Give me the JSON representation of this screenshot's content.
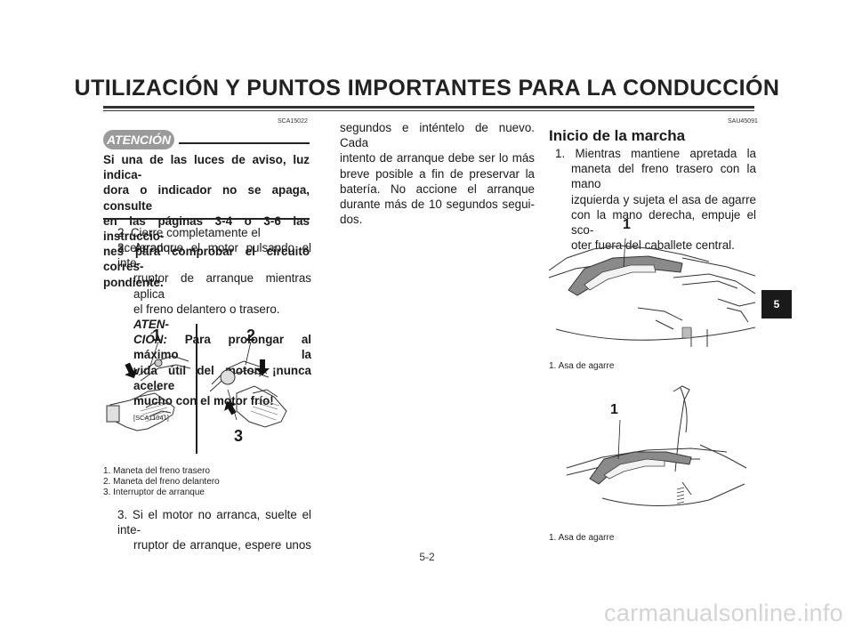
{
  "header": {
    "title": "UTILIZACIÓN Y PUNTOS IMPORTANTES PARA LA CONDUCCIÓN"
  },
  "left_column": {
    "code": "SCA15022",
    "warning_badge": "ATENCIÓN",
    "warning_lines": [
      "Si una de las luces de aviso, luz indica-",
      "dora o indicador no se apaga, consulte",
      "en las páginas 3-4 o 3-6 las instruccio-",
      "nes para comprobar el circuito corres-",
      "pondiente."
    ],
    "step2": "2. Cierre completamente el acelerador.",
    "step3_lines": [
      "3. Arranque el motor pulsando el inte-",
      "rruptor de arranque mientras aplica",
      "el freno delantero o trasero."
    ],
    "step3_atencion_a": "ATEN-",
    "step3_atencion_b": "CIÓN:",
    "step3_bold_lines": [
      "Para prolongar al máximo la",
      "vida útil del motor, ¡nunca acelere",
      "mucho con el motor frío!"
    ],
    "step3_ref": "[SCA11041]",
    "figure_labels": {
      "one": "1",
      "two": "2",
      "three": "3"
    },
    "captions": [
      "1. Maneta del freno trasero",
      "2. Maneta del freno delantero",
      "3. Interruptor de arranque"
    ],
    "step3b_lines": [
      "3. Si el motor no arranca, suelte el inte-",
      "rruptor de arranque, espere unos"
    ]
  },
  "middle_column": {
    "lines": [
      "segundos e inténtelo de nuevo. Cada",
      "intento de arranque debe ser lo más",
      "breve posible a fin de preservar la",
      "batería. No accione el arranque",
      "durante más de 10 segundos segui-",
      "dos."
    ]
  },
  "right_column": {
    "code": "SAU45091",
    "heading": "Inicio de la marcha",
    "step1_lines": [
      "1. Mientras mantiene apretada la",
      "maneta del freno trasero con la mano",
      "izquierda y sujeta el asa de agarre",
      "con la mano derecha, empuje el sco-",
      "oter fuera del caballete central."
    ],
    "figure1_label": "1",
    "figure1_caption": "1. Asa de agarre",
    "figure2_label": "1",
    "figure2_caption": "1. Asa de agarre"
  },
  "tab": {
    "label": "5"
  },
  "page_number": "5-2",
  "watermark": "carmanualsonline.info",
  "colors": {
    "badge": "#9a9a9a",
    "tab": "#1a1a1a",
    "watermark": "#d4d4d4"
  }
}
